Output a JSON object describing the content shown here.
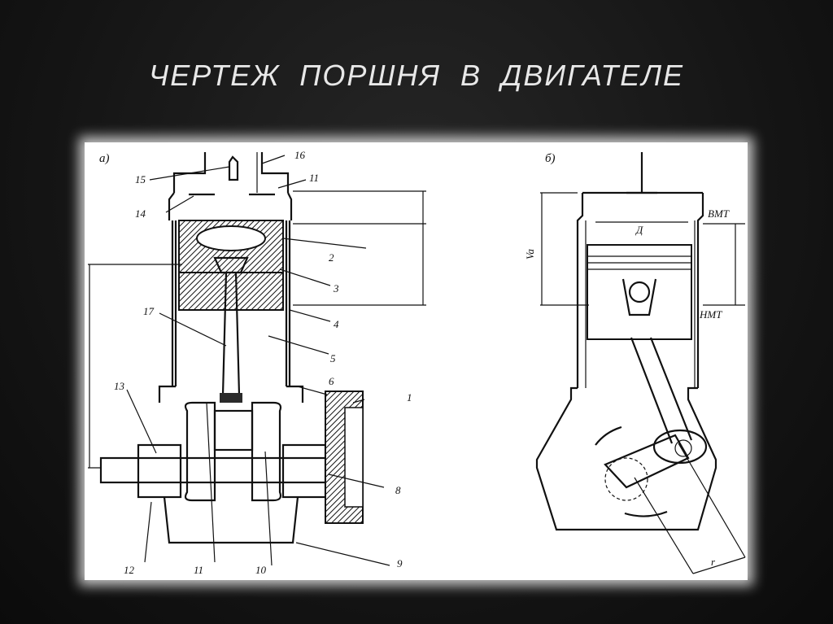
{
  "slide": {
    "title": "ЧЕРТЕЖ  ПОРШНЯ  В ДВИГАТЕЛЕ"
  },
  "figure": {
    "panel_a": {
      "label": "а)",
      "callouts": [
        "1",
        "2",
        "3",
        "4",
        "5",
        "6",
        "8",
        "9",
        "10",
        "11",
        "12",
        "13",
        "14",
        "15",
        "16",
        "17",
        "11"
      ]
    },
    "panel_b": {
      "label": "б)",
      "labels": {
        "tdc": "ВМТ",
        "bdc": "НМТ",
        "diameter": "Д",
        "volume": "Va",
        "radius": "r"
      }
    }
  }
}
